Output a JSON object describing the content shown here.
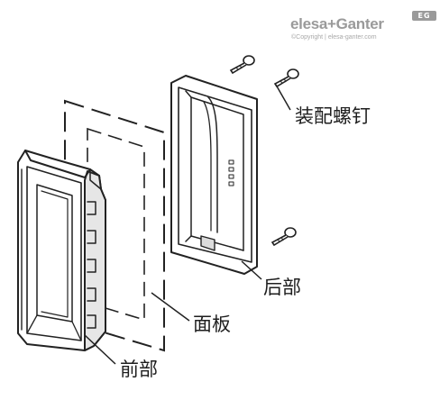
{
  "brand": {
    "name": "elesa+Ganter",
    "badge": "EG",
    "copyright": "©Copyright | elesa-ganter.com"
  },
  "labels": {
    "screws": "装配螺钉",
    "rear": "后部",
    "panel": "面板",
    "front": "前部"
  },
  "colors": {
    "line": "#222222",
    "shade": "#e4e4e4",
    "brand": "#9a9a9a"
  }
}
